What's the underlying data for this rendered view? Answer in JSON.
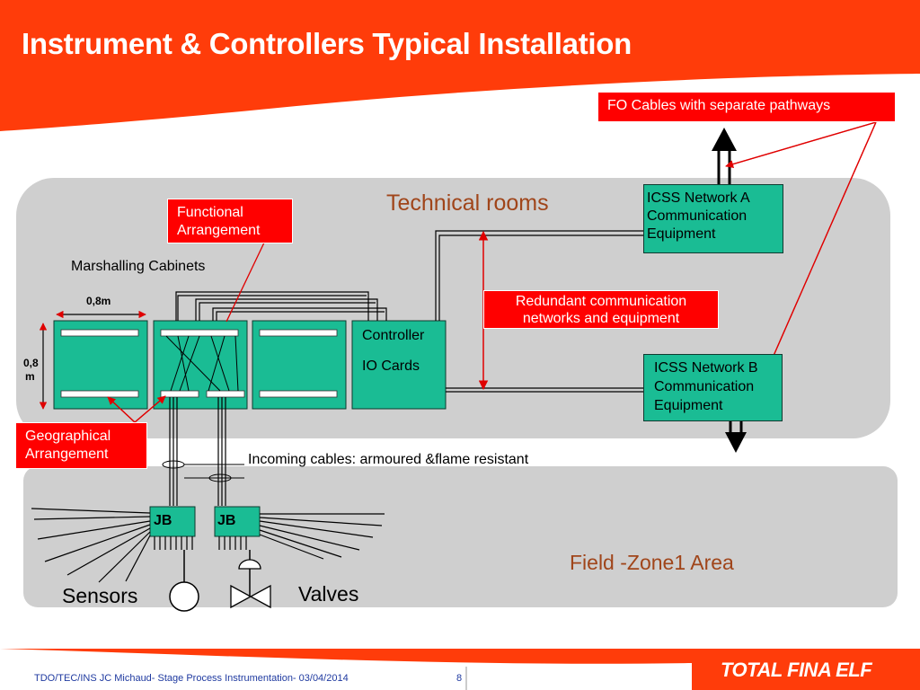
{
  "slide": {
    "title": "Instrument & Controllers Typical Installation",
    "footer_text": "TDO/TEC/INS JC Michaud- Stage Process Instrumentation- 03/04/2014",
    "page_number": "8",
    "logo_text": "TOTAL FINA ELF"
  },
  "colors": {
    "header_orange": "#ff3c0a",
    "callout_red": "#ff0000",
    "equipment_green": "#1abc94",
    "zone_grey": "#cfcfcf",
    "zone_label_brown": "#a0451a"
  },
  "zones": {
    "technical_rooms": "Technical rooms",
    "field": "Field -Zone1 Area"
  },
  "callouts": {
    "fo_cables": "FO Cables with separate pathways",
    "functional_line1": "Functional",
    "functional_line2": "Arrangement",
    "geographical_line1": "Geographical",
    "geographical_line2": "Arrangement",
    "redundant_line1": "Redundant communication",
    "redundant_line2": "networks and equipment"
  },
  "equipment": {
    "network_a_line1": "ICSS Network A",
    "network_a_line2": "Communication",
    "network_a_line3": "Equipment",
    "network_b_line1": "ICSS Network B",
    "network_b_line2": "Communication",
    "network_b_line3": "Equipment",
    "controller": "Controller",
    "io_cards": "IO Cards",
    "jb_left": "JB",
    "jb_right": "JB"
  },
  "labels": {
    "marshalling_cabinets": "Marshalling Cabinets",
    "width_dim": "0,8m",
    "height_dim_line1": "0,8",
    "height_dim_line2": "m",
    "incoming_cables": "Incoming cables: armoured &flame resistant",
    "sensors": "Sensors",
    "valves": "Valves"
  },
  "icons": [
    "arrow-up-icon",
    "arrow-down-icon",
    "sensor-icon",
    "valve-icon"
  ]
}
